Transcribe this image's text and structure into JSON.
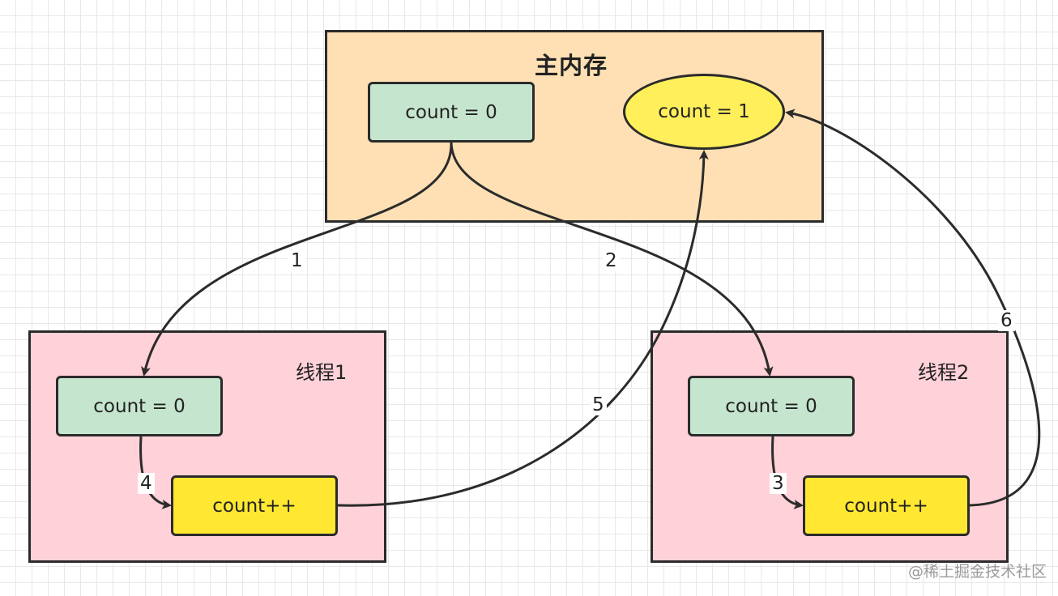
{
  "main_memory": {
    "title": "主内存",
    "count_initial": "count = 0",
    "count_result": "count = 1"
  },
  "thread1": {
    "title": "线程1",
    "count_local": "count = 0",
    "increment": "count++"
  },
  "thread2": {
    "title": "线程2",
    "count_local": "count = 0",
    "increment": "count++"
  },
  "edge_labels": {
    "read_to_thread1": "1",
    "read_to_thread2": "2",
    "thread2_increment": "3",
    "thread1_increment": "4",
    "thread1_writeback": "5",
    "thread2_writeback": "6"
  },
  "watermark": "@稀土掘金技术社区",
  "colors": {
    "main_memory_bg": "#ffe0b4",
    "thread_bg": "#ffd1d8",
    "value_node": "#c6e5cf",
    "increment_node": "#ffe732",
    "result_node": "#ffef5a",
    "stroke": "#2b2b2b"
  }
}
